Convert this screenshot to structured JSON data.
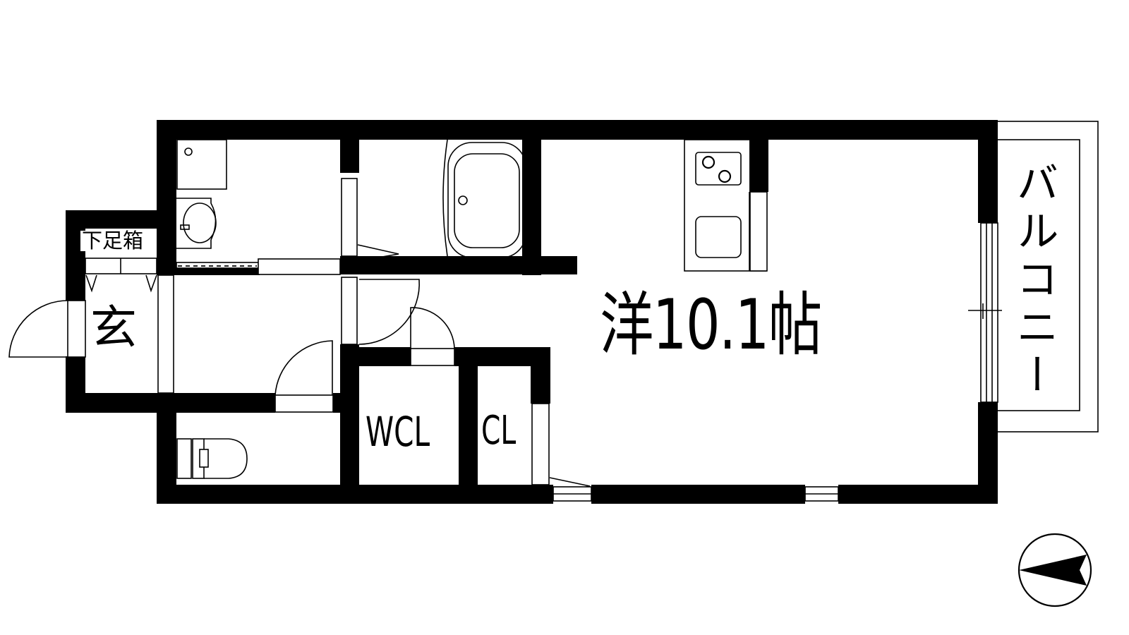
{
  "floor_plan": {
    "rooms": {
      "main_room": {
        "label": "洋10.1帖",
        "type": "Western-style room",
        "size_jo": 10.1
      },
      "walk_in_closet": {
        "label": "WCL"
      },
      "closet": {
        "label": "CL"
      },
      "entrance": {
        "label": "玄"
      },
      "shoe_cabinet": {
        "label": "下足箱"
      },
      "balcony": {
        "label": "バルコニー"
      }
    },
    "fixtures": [
      "washing-machine-pan",
      "washbasin",
      "bathtub",
      "kitchen-stove-two-burner",
      "kitchen-sink",
      "toilet"
    ],
    "compass": {
      "direction": "west-pointing arrow"
    },
    "colors": {
      "wall": "#000000",
      "background": "#ffffff"
    }
  }
}
